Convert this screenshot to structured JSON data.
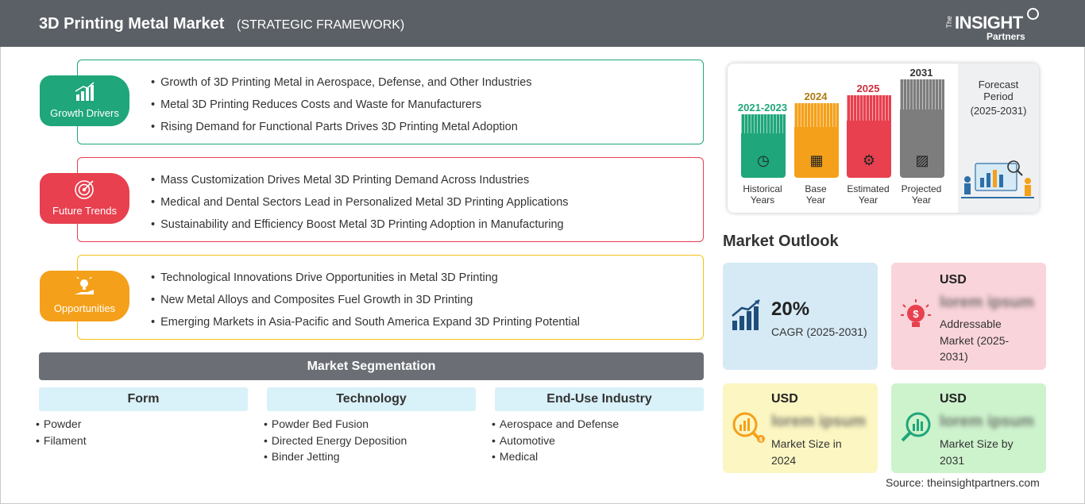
{
  "header": {
    "title": "3D Printing Metal Market",
    "subtitle": "(STRATEGIC FRAMEWORK)",
    "logo": {
      "the": "The",
      "insight": "INSIGHT",
      "partners": "Partners"
    }
  },
  "factors": [
    {
      "tag": "Growth Drivers",
      "color": "#1fa67a",
      "icon": "bar-growth-icon",
      "items": [
        "Growth of 3D Printing Metal in Aerospace, Defense, and Other Industries",
        "Metal 3D Printing Reduces Costs and Waste for Manufacturers",
        "Rising Demand for Functional Parts Drives 3D Printing Metal Adoption"
      ]
    },
    {
      "tag": "Future Trends",
      "color": "#e8404f",
      "icon": "target-icon",
      "items": [
        "Mass Customization Drives Metal 3D Printing Demand Across Industries",
        "Medical and Dental Sectors Lead in Personalized Metal 3D Printing Applications",
        "Sustainability and Efficiency Boost Metal 3D Printing Adoption in Manufacturing"
      ]
    },
    {
      "tag": "Opportunities",
      "color": "#f5a01a",
      "icon": "lightbulb-hand-icon",
      "items": [
        "Technological Innovations Drive Opportunities in Metal 3D Printing",
        "New Metal Alloys and Composites Fuel Growth in 3D Printing",
        "Emerging Markets in Asia-Pacific and South America Expand 3D Printing Potential"
      ]
    }
  ],
  "segmentation": {
    "title": "Market Segmentation",
    "columns": [
      {
        "heading": "Form",
        "items": [
          "Powder",
          "Filament"
        ]
      },
      {
        "heading": "Technology",
        "items": [
          "Powder Bed Fusion",
          "Directed Energy Deposition",
          "Binder Jetting"
        ]
      },
      {
        "heading": "End-Use Industry",
        "items": [
          "Aerospace and Defense",
          "Automotive",
          "Medical"
        ]
      }
    ]
  },
  "timeline": {
    "forecast_title": "Forecast Period",
    "forecast_range": "(2025-2031)",
    "periods": [
      {
        "year": "2021-2023",
        "label": [
          "Historical",
          "Years"
        ],
        "color": "#1fa67a",
        "icon": "history-clock-icon"
      },
      {
        "year": "2024",
        "label": [
          "Base",
          "Year"
        ],
        "color": "#f5a01a",
        "icon": "calendar-icon"
      },
      {
        "year": "2025",
        "label": [
          "Estimated",
          "Year"
        ],
        "color": "#e8404f",
        "icon": "gears-icon"
      },
      {
        "year": "2031",
        "label": [
          "Projected",
          "Year"
        ],
        "color": "#7d7d7d",
        "icon": "presentation-chart-icon"
      }
    ]
  },
  "outlook": {
    "title": "Market Outlook",
    "cagr": {
      "value": "20%",
      "label": "CAGR (2025-2031)",
      "color": "#d6eaf6"
    },
    "addressable": {
      "currency": "USD",
      "value": "lorem ipsum",
      "label": "Addressable Market (2025-2031)",
      "color": "#f9d4da"
    },
    "size_2024": {
      "currency": "USD",
      "value": "lorem ipsum",
      "label": "Market Size in 2024",
      "color": "#fcf6c2"
    },
    "size_2031": {
      "currency": "USD",
      "value": "lorem ipsum",
      "label": "Market Size by 2031",
      "color": "#cdf3cd"
    }
  },
  "source": "Source: theinsightpartners.com"
}
